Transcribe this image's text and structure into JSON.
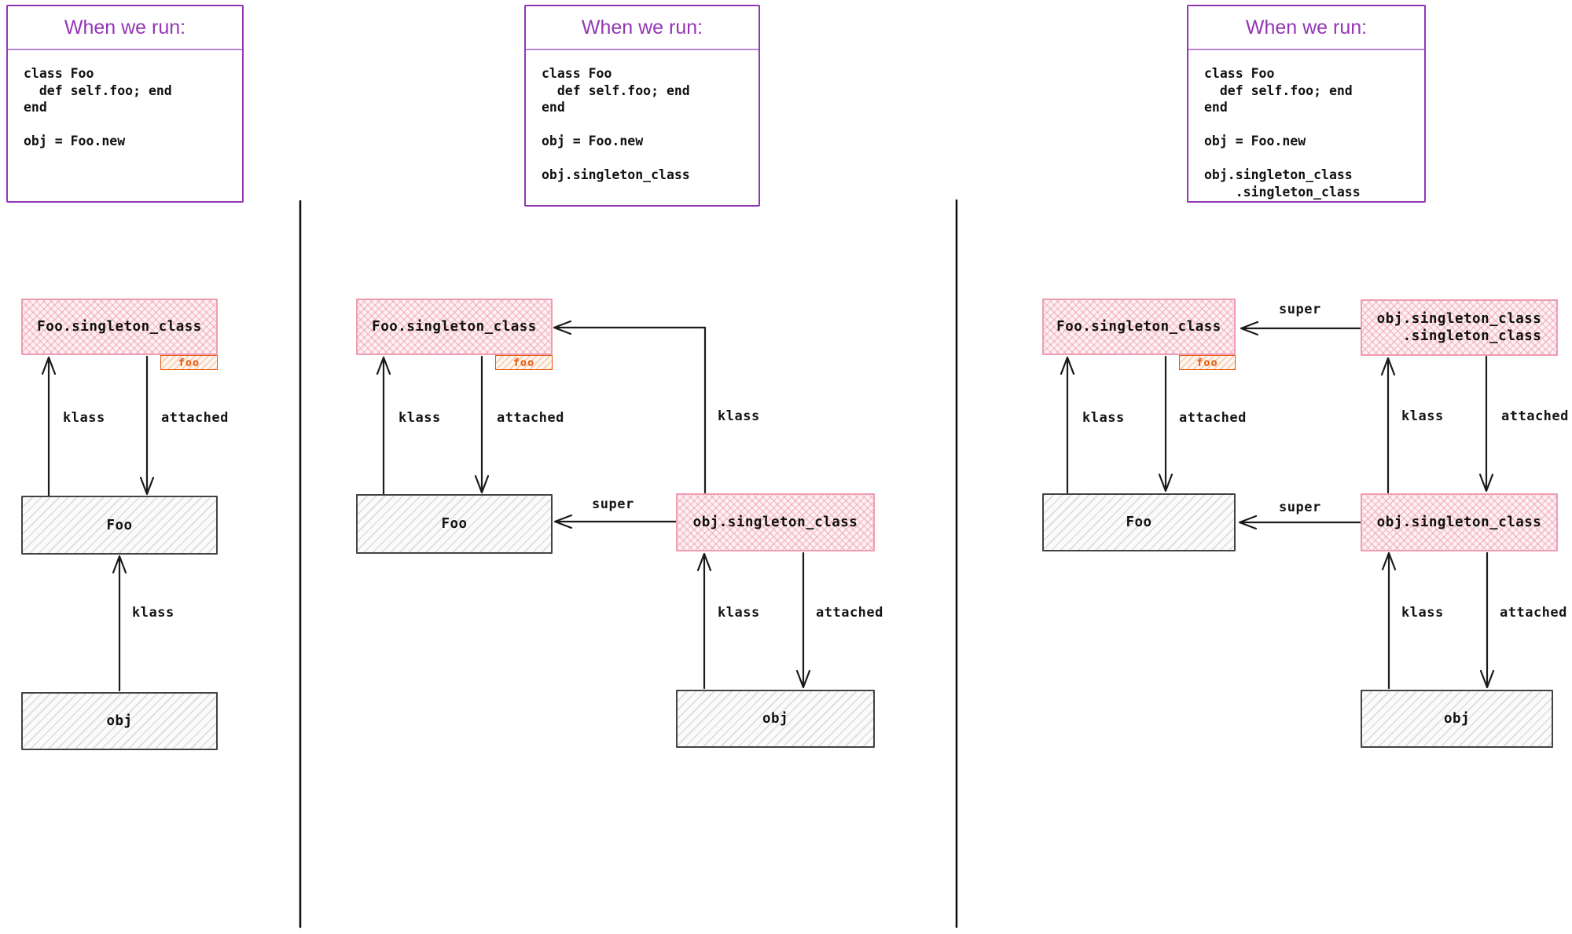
{
  "colors": {
    "accent_purple": "#9336b4",
    "pink_border": "#ef9db2",
    "orange": "#e8590c",
    "ink": "#1b1b1b"
  },
  "panels": [
    {
      "title": "When we run:",
      "code": "class Foo\n  def self.foo; end\nend\n\nobj = Foo.new",
      "nodes": {
        "foo_singleton": "Foo.singleton_class",
        "foo_tag": "foo",
        "foo": "Foo",
        "obj": "obj"
      },
      "labels": {
        "klass_top": "klass",
        "attached_top": "attached",
        "klass_bottom": "klass"
      }
    },
    {
      "title": "When we run:",
      "code": "class Foo\n  def self.foo; end\nend\n\nobj = Foo.new\n\nobj.singleton_class",
      "nodes": {
        "foo_singleton": "Foo.singleton_class",
        "foo_tag": "foo",
        "foo": "Foo",
        "obj_singleton": "obj.singleton_class",
        "obj": "obj"
      },
      "labels": {
        "klass_left": "klass",
        "attached_left": "attached",
        "klass_elbow": "klass",
        "super": "super",
        "klass_right": "klass",
        "attached_right": "attached"
      }
    },
    {
      "title": "When we run:",
      "code": "class Foo\n  def self.foo; end\nend\n\nobj = Foo.new\n\nobj.singleton_class\n    .singleton_class",
      "nodes": {
        "foo_singleton": "Foo.singleton_class",
        "foo_tag": "foo",
        "foo": "Foo",
        "obj_singleton_singleton_line1": "obj.singleton_class",
        "obj_singleton_singleton_line2": ".singleton_class",
        "obj_singleton": "obj.singleton_class",
        "obj": "obj"
      },
      "labels": {
        "super_top": "super",
        "super_bottom": "super",
        "klass_left": "klass",
        "attached_left": "attached",
        "klass_right_top": "klass",
        "attached_right_top": "attached",
        "klass_right_bottom": "klass",
        "attached_right_bottom": "attached"
      }
    }
  ]
}
